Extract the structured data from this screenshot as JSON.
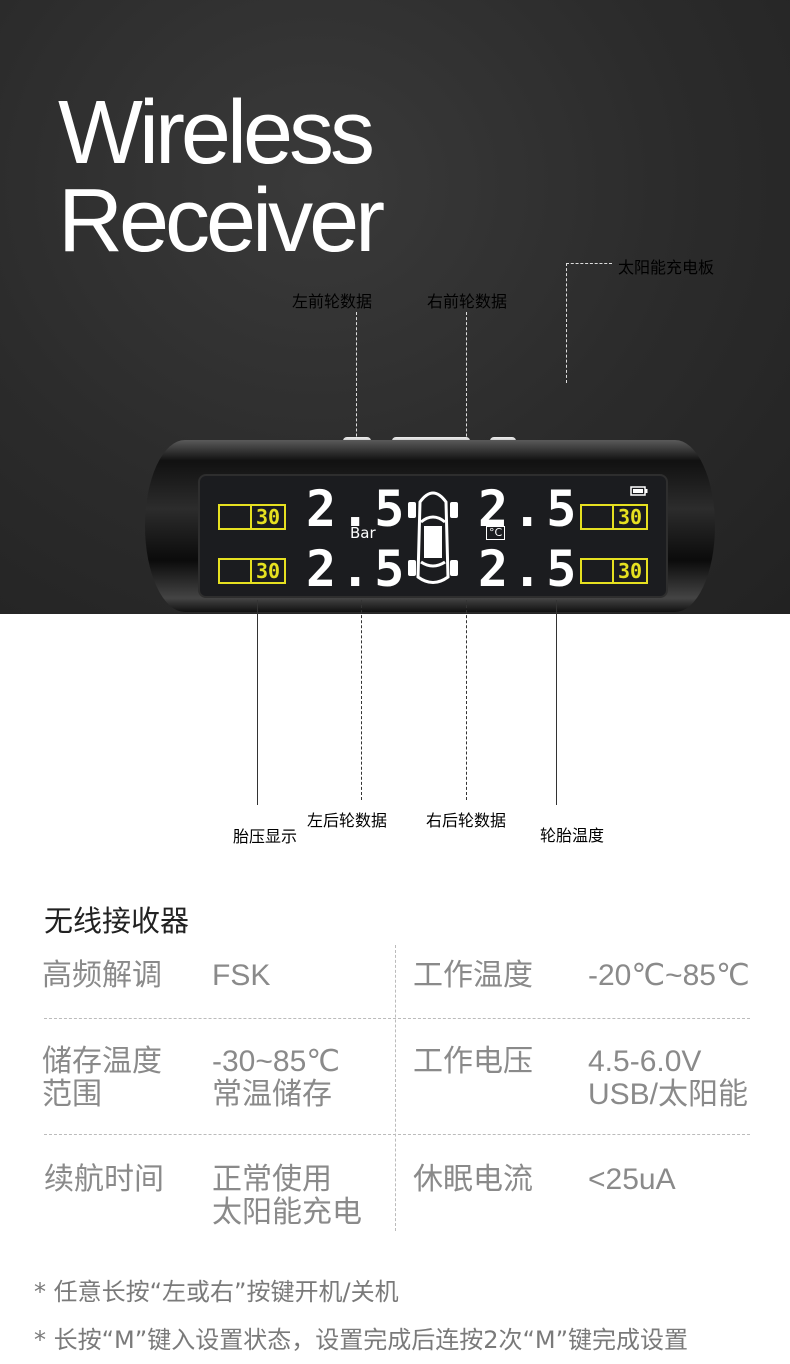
{
  "hero": {
    "title_line1": "Wireless",
    "title_line2": "Receiver"
  },
  "annotations": {
    "solar_panel": "太阳能充电板",
    "front_left": "左前轮数据",
    "front_right": "右前轮数据",
    "pressure_display": "胎压显示",
    "rear_left": "左后轮数据",
    "rear_right": "右后轮数据",
    "tire_temp": "轮胎温度"
  },
  "display": {
    "fl_pressure": "2.5",
    "fr_pressure": "2.5",
    "rl_pressure": "2.5",
    "rr_pressure": "2.5",
    "pressure_unit": "Bar",
    "temp_unit": "°C",
    "temps": [
      "30",
      "30",
      "30",
      "30"
    ]
  },
  "specs": {
    "title": "无线接收器",
    "rows": [
      {
        "label1": "高频解调",
        "value1": "FSK",
        "label2": "工作温度",
        "value2": "-20℃~85℃"
      },
      {
        "label1": "储存温度\n范围",
        "value1": "-30~85℃\n常温储存",
        "label2": "工作电压",
        "value2": "4.5-6.0V\nUSB/太阳能"
      },
      {
        "label1": "续航时间",
        "value1": "正常使用\n太阳能充电",
        "label2": "休眠电流",
        "value2": "<25uA"
      }
    ]
  },
  "notes": [
    "* 任意长按“左或右”按键开机/关机",
    "* 长按“M”键入设置状态，设置完成后连按2次“M”键完成设置"
  ],
  "colors": {
    "lcd_yellow": "#e6e020",
    "dark_bg": "#2b2b2b",
    "spec_text": "#8a8a8a"
  }
}
